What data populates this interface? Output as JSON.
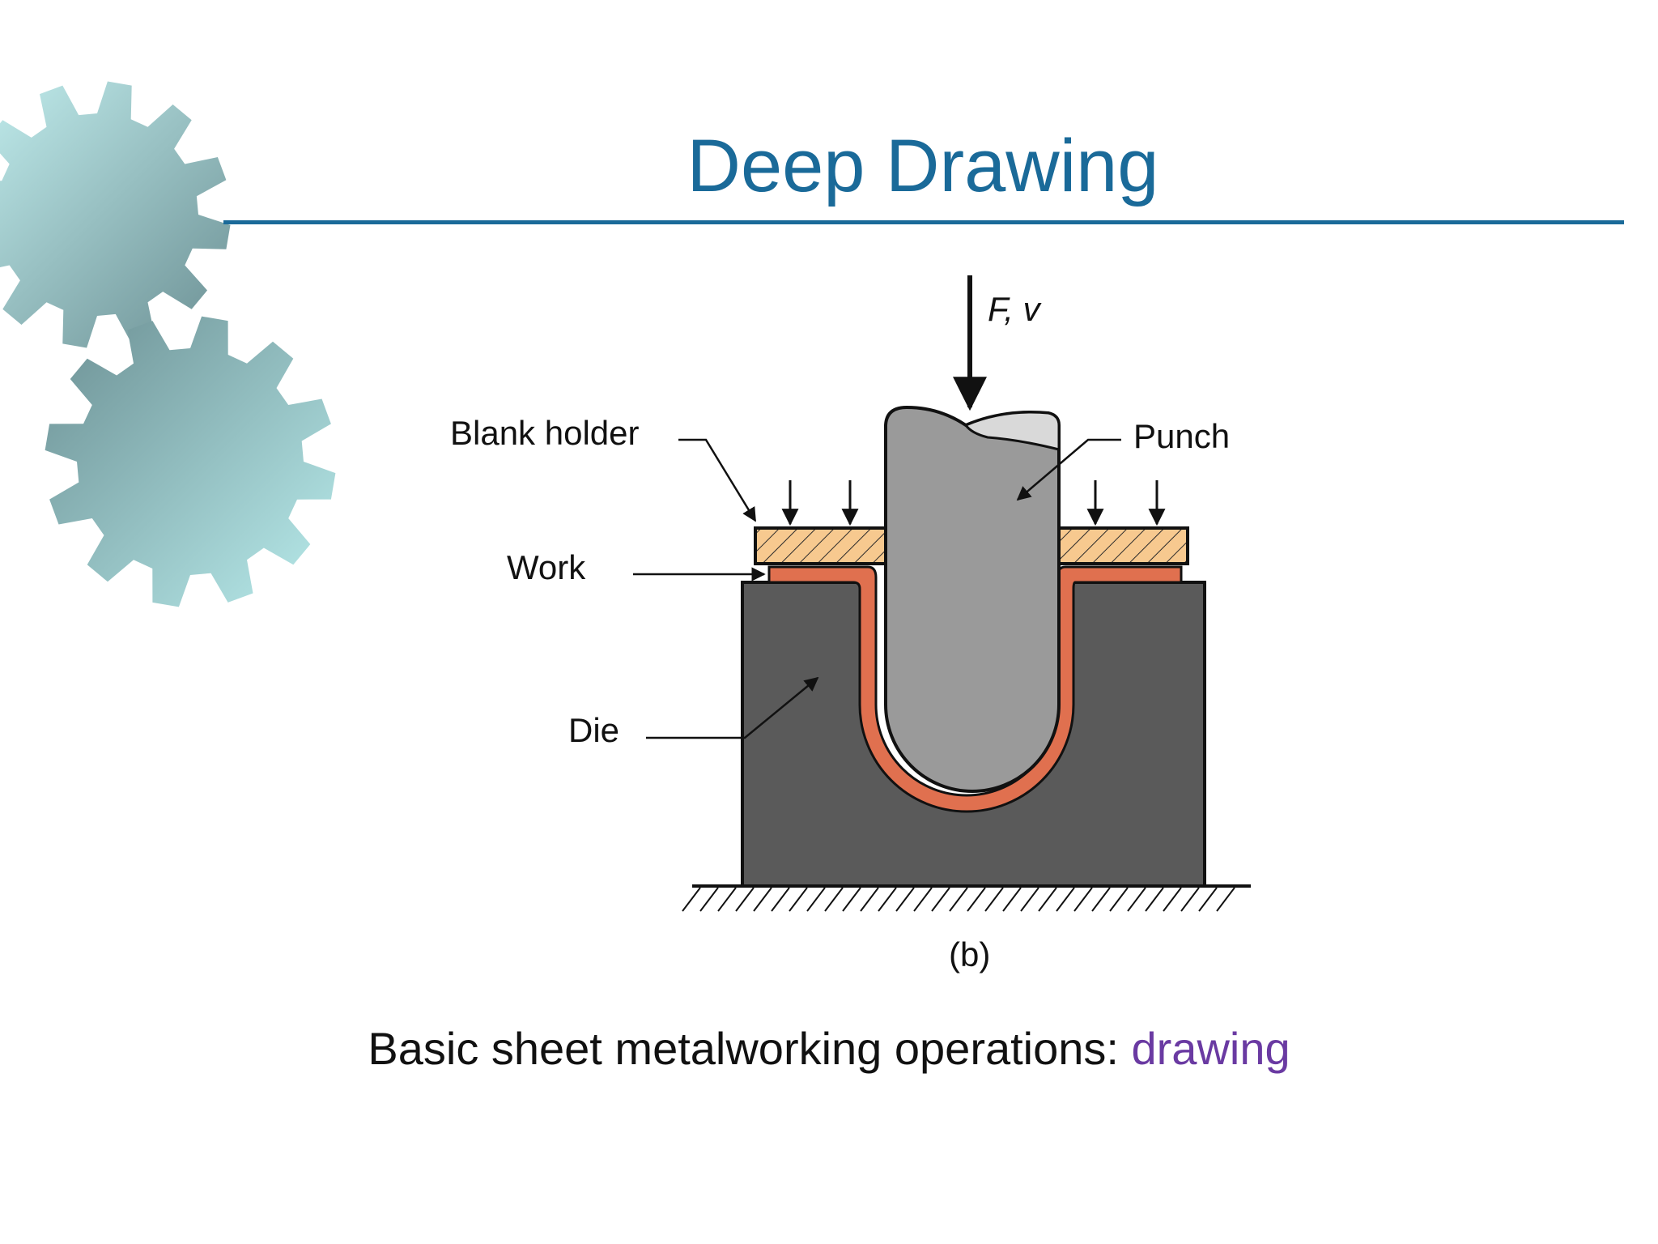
{
  "slide": {
    "title": "Deep Drawing",
    "caption_prefix": "Basic sheet metalworking operations: ",
    "caption_keyword": "drawing"
  },
  "diagram": {
    "force_label": "F, v",
    "labels": {
      "blank_holder": "Blank holder",
      "work": "Work",
      "die": "Die",
      "punch": "Punch"
    },
    "figure_tag": "(b)"
  },
  "colors": {
    "title": "#1a6a99",
    "caption_keyword": "#6a3aa2",
    "die": "#5a5a5a",
    "punch": "#9a9a9a",
    "blank_holder": "#f7c98f",
    "work": "#e0704f",
    "gear_light": "#b7e7e8",
    "gear_dark": "#6b9196"
  }
}
